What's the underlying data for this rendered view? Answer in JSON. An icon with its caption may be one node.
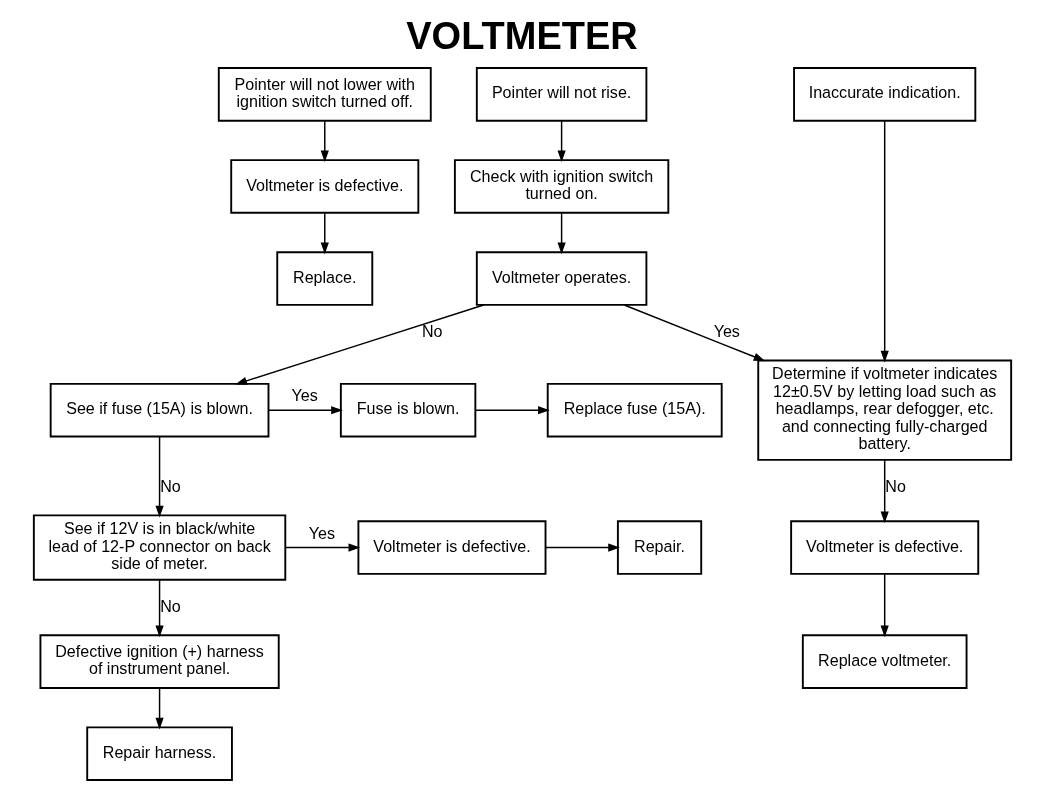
{
  "diagram": {
    "title": "VOLTMETER",
    "nodes": [
      {
        "text": [
          "Pointer will not lower with ignition switch turned off."
        ]
      },
      {
        "text": [
          "Voltmeter is defective."
        ]
      },
      {
        "text": [
          "Replace."
        ]
      },
      {
        "text": [
          "Pointer will not rise."
        ]
      },
      {
        "text": [
          "Inaccurate indication."
        ]
      },
      {
        "text": [
          "Check with ignition switch turned on."
        ]
      },
      {
        "text": [
          "Voltmeter operates."
        ]
      },
      {
        "text": [
          "See if fuse (15A) is blown."
        ]
      },
      {
        "text": [
          "Fuse is blown."
        ]
      },
      {
        "text": [
          "Replace fuse (15A)."
        ]
      },
      {
        "text": [
          "See if 12V is in black/white lead of 12-P connector on back side of meter."
        ]
      },
      {
        "text": [
          "Voltmeter is defective."
        ]
      },
      {
        "text": [
          "Repair."
        ]
      },
      {
        "text": [
          "Defective ignition (+) harness of instrument panel."
        ]
      },
      {
        "text": [
          "Repair harness."
        ]
      },
      {
        "text": [
          "Determine if voltmeter indicates 12±0.5V by letting load such as headlamps, rear defogger, etc. and connecting fully-charged battery."
        ]
      },
      {
        "text": [
          "Voltmeter is defective."
        ]
      },
      {
        "text": [
          "Replace voltmeter."
        ]
      }
    ],
    "edges": [
      {
        "from": 0,
        "to": 1,
        "arrow": "to"
      },
      {
        "from": 1,
        "to": 2,
        "arrow": "to"
      },
      {
        "from": 3,
        "to": 5,
        "arrow": "to"
      },
      {
        "from": 5,
        "to": 6,
        "arrow": "to"
      },
      {
        "from": 6,
        "to": 7,
        "arrow": "to",
        "label": "No"
      },
      {
        "from": 6,
        "to": 15,
        "arrow": "to",
        "label": "Yes"
      },
      {
        "from": 4,
        "to": 15,
        "arrow": "to"
      },
      {
        "from": 7,
        "to": 8,
        "arrow": "to",
        "label": "Yes"
      },
      {
        "from": 8,
        "to": 9,
        "arrow": "to"
      },
      {
        "from": 7,
        "to": 10,
        "arrow": "to",
        "label": "No"
      },
      {
        "from": 10,
        "to": 11,
        "arrow": "to",
        "label": "Yes"
      },
      {
        "from": 11,
        "to": 12,
        "arrow": "to"
      },
      {
        "from": 10,
        "to": 13,
        "arrow": "to",
        "label": "No"
      },
      {
        "from": 13,
        "to": 14,
        "arrow": "to"
      },
      {
        "from": 15,
        "to": 16,
        "arrow": "to",
        "label": "No"
      },
      {
        "from": 16,
        "to": 17,
        "arrow": "to"
      }
    ]
  }
}
